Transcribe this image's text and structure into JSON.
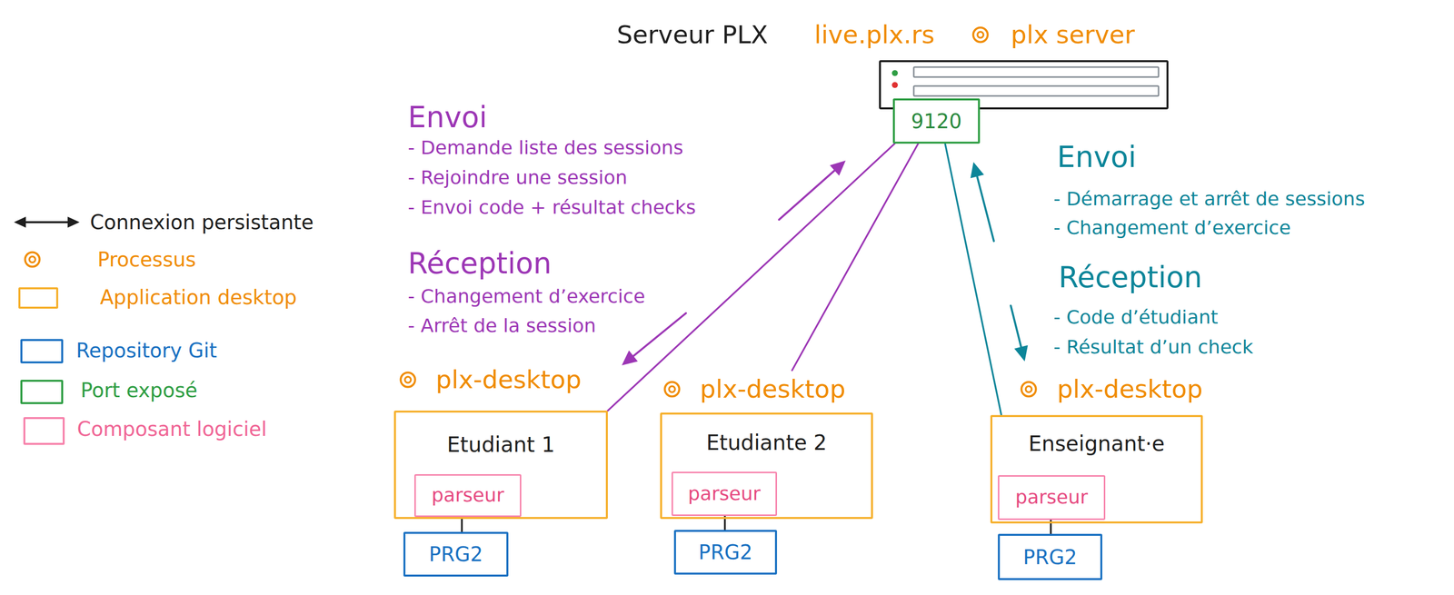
{
  "diagram": {
    "nodes": [
      {
        "text": [
          "Serveur PLX",
          "live.plx.rs",
          "plx server"
        ]
      },
      {
        "text": [
          "9120"
        ],
        "in": 0
      },
      {
        "text": [
          "plx-desktop",
          "Etudiant 1"
        ]
      },
      {
        "text": [
          "parseur"
        ],
        "in": 2
      },
      {
        "text": [
          "PRG2"
        ]
      },
      {
        "text": [
          "plx-desktop",
          "Etudiante 2"
        ]
      },
      {
        "text": [
          "parseur"
        ],
        "in": 5
      },
      {
        "text": [
          "PRG2"
        ]
      },
      {
        "text": [
          "plx-desktop",
          "Enseignant·e"
        ]
      },
      {
        "text": [
          "parseur"
        ],
        "in": 8
      },
      {
        "text": [
          "PRG2"
        ]
      }
    ],
    "edges": [
      {
        "from": 2,
        "to": 1,
        "arrow": "none"
      },
      {
        "from": 5,
        "to": 1,
        "arrow": "none"
      },
      {
        "from": 8,
        "to": 1,
        "arrow": "none"
      },
      {
        "from": 3,
        "to": 4,
        "arrow": "none"
      },
      {
        "from": 6,
        "to": 7,
        "arrow": "none"
      },
      {
        "from": 9,
        "to": 10,
        "arrow": "none"
      }
    ],
    "labels": [
      "Envoi",
      "- Demande liste des sessions",
      "- Rejoindre une session",
      "- Envoi code + résultat checks",
      "Réception",
      "- Changement d’exercice",
      "- Arrêt de la session",
      "Envoi",
      "- Démarrage et arrêt de sessions",
      "- Changement d’exercice",
      "Réception",
      "- Code d’étudiant",
      "- Résultat d’un check"
    ],
    "legend": [
      {
        "text": "Connexion persistante"
      },
      {
        "text": "Processus",
        "color": "#f08c00"
      },
      {
        "text": "Application desktop",
        "color": "#f6b02c"
      },
      {
        "text": "Repository Git",
        "color": "#1971c2"
      },
      {
        "text": "Port exposé",
        "color": "#2f9e44"
      },
      {
        "text": "Composant logiciel",
        "color": "#f783ac"
      }
    ]
  }
}
